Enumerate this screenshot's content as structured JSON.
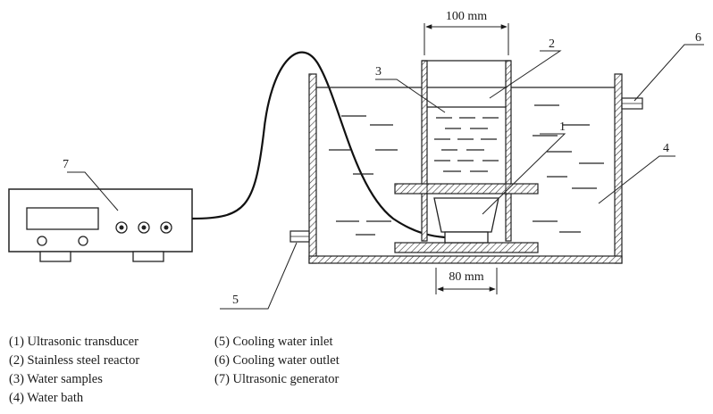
{
  "diagram": {
    "dimensions": {
      "reactor_width": "100 mm",
      "base_width": "80 mm"
    },
    "callout_numbers": [
      "1",
      "2",
      "3",
      "4",
      "5",
      "6",
      "7"
    ],
    "legend": [
      "(1) Ultrasonic transducer",
      "(2) Stainless steel reactor",
      "(3) Water samples",
      "(4) Water bath",
      "(5) Cooling water inlet",
      "(6) Cooling water outlet",
      "(7) Ultrasonic generator"
    ]
  }
}
